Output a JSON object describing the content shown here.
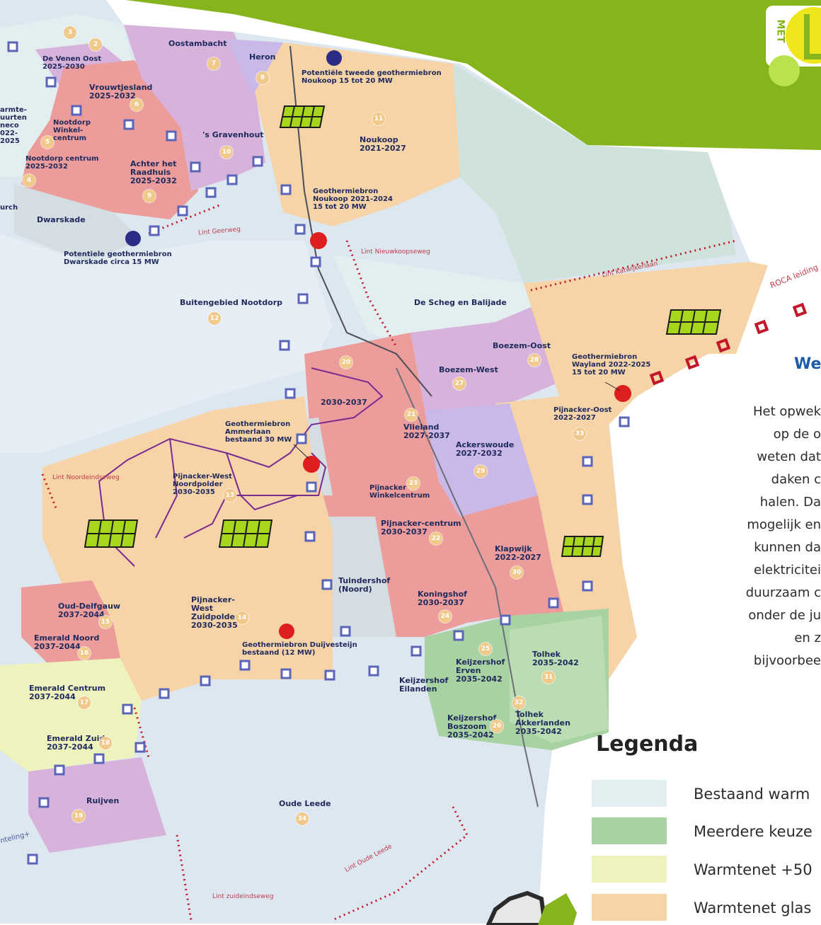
{
  "colors": {
    "green_brand": "#86b41d",
    "bestaand": "#e3eef0",
    "meerdere": "#a9d2a2",
    "warm50": "#eef3bd",
    "glas": "#f7d3a8",
    "red_zone": "#ec9c9a",
    "purple_zone": "#d7b2db",
    "lavender_zone": "#c9b8e8",
    "polder": "#dfe8f2",
    "source_red": "#dd1f1f",
    "source_blue": "#2b2d87",
    "pipe_purple": "#7b2b8f"
  },
  "badge": {
    "text": "MET"
  },
  "right_text": {
    "heading": "We",
    "lines": [
      "Het opwek",
      "op de o",
      "weten dat",
      "daken c",
      "halen. Da",
      "mogelijk en",
      "kunnen da",
      "elektricitei",
      "duurzaam c",
      "onder de ju",
      "en z",
      "bijvoorbee"
    ]
  },
  "legend": {
    "title": "Legenda",
    "items": [
      {
        "label": "Bestaand warm",
        "color": "#e3eef0"
      },
      {
        "label": "Meerdere keuze",
        "color": "#a9d2a2"
      },
      {
        "label": "Warmtenet +50",
        "color": "#eef3bd"
      },
      {
        "label": "Warmtenet glas",
        "color": "#f7d3a8"
      }
    ]
  },
  "map": {
    "areas": [
      {
        "id": "3",
        "name": "",
        "period": ""
      },
      {
        "id": "2",
        "name": "De Venen Oost",
        "period": "2025-2030"
      },
      {
        "id": "7",
        "name": "Oostambacht",
        "period": ""
      },
      {
        "id": "8",
        "name": "Heron",
        "period": ""
      },
      {
        "id": "6",
        "name": "Vrouwtjesland",
        "period": "2025-2032"
      },
      {
        "id": "5",
        "name": "Nootdorp Winkel-centrum",
        "period": ""
      },
      {
        "id": "10",
        "name": "'s Gravenhout",
        "period": ""
      },
      {
        "id": "11",
        "name": "Noukoop",
        "period": "2021-2027"
      },
      {
        "id": "4",
        "name": "Nootdorp centrum",
        "period": "2025-2032"
      },
      {
        "id": "9",
        "name": "Achter het Raadhuis",
        "period": "2025-2032"
      },
      {
        "id": "",
        "name": "Dwarskade",
        "period": ""
      },
      {
        "id": "12",
        "name": "Buitengebied Nootdorp",
        "period": ""
      },
      {
        "id": "",
        "name": "De Scheg en Balijade",
        "period": ""
      },
      {
        "id": "28",
        "name": "Boezem-Oost",
        "period": ""
      },
      {
        "id": "27",
        "name": "Boezem-West",
        "period": ""
      },
      {
        "id": "20",
        "name": "",
        "period": "2030-2037"
      },
      {
        "id": "21",
        "name": "Vlieland",
        "period": "2027-2037"
      },
      {
        "id": "29",
        "name": "Ackerswoude",
        "period": "2027-2032"
      },
      {
        "id": "33",
        "name": "Pijnacker-Oost",
        "period": "2022-2027"
      },
      {
        "id": "13",
        "name": "Pijnacker-West Noordpolder",
        "period": "2030-2035"
      },
      {
        "id": "23",
        "name": "Pijnacker Winkelcentrum",
        "period": ""
      },
      {
        "id": "22",
        "name": "Pijnacker-centrum",
        "period": "2030-2037"
      },
      {
        "id": "30",
        "name": "Klapwijk",
        "period": "2022-2027"
      },
      {
        "id": "",
        "name": "Tuindershof (Noord)",
        "period": ""
      },
      {
        "id": "24",
        "name": "Koningshof",
        "period": "2030-2037"
      },
      {
        "id": "15",
        "name": "Oud-Delfgauw",
        "period": "2037-2044"
      },
      {
        "id": "14",
        "name": "Pijnacker-West Zuidpolder",
        "period": "2030-2035"
      },
      {
        "id": "16",
        "name": "Emerald Noord",
        "period": "2037-2044"
      },
      {
        "id": "25",
        "name": "Keijzershof Erven",
        "period": "2035-2042"
      },
      {
        "id": "31",
        "name": "Tolhek",
        "period": "2035-2042"
      },
      {
        "id": "",
        "name": "Keijzershof Eilanden",
        "period": ""
      },
      {
        "id": "17",
        "name": "Emerald Centrum",
        "period": "2037-2044"
      },
      {
        "id": "32",
        "name": "Tolhek Akkerlanden",
        "period": "2035-2042"
      },
      {
        "id": "26",
        "name": "Keijzershof Boszoom",
        "period": "2035-2042"
      },
      {
        "id": "18",
        "name": "Emerald Zuid",
        "period": "2037-2044"
      },
      {
        "id": "19",
        "name": "Ruijven",
        "period": ""
      },
      {
        "id": "34",
        "name": "Oude Leede",
        "period": ""
      },
      {
        "id": "",
        "name": "urch",
        "period": ""
      },
      {
        "id": "",
        "name": "armte- uurten neco 022-2025",
        "period": ""
      }
    ],
    "sources": [
      {
        "label": "Potentiële tweede geothermiebron Noukoop 15 tot 20 MW",
        "type": "potential"
      },
      {
        "label": "Geothermiebron Noukoop 2021-2024 15 tot 20 MW",
        "type": "existing"
      },
      {
        "label": "Potentiele geothermiebron Dwarskade circa 15 MW",
        "type": "potential"
      },
      {
        "label": "Geothermiebron Wayland 2022-2025 15 tot 20 MW",
        "type": "existing"
      },
      {
        "label": "Geothermiebron Ammerlaan bestaand 30 MW",
        "type": "existing"
      },
      {
        "label": "Geothermiebron Duijvesteijn bestaand (12 MW)",
        "type": "existing"
      }
    ],
    "lint_labels": [
      "Lint Geerweg",
      "Lint Nieuwkoopseweg",
      "Lint Katwijkerlaan",
      "Lint Noordeindseweg",
      "Lint Oude Leede",
      "Lint zuideindseweg",
      "ROCA leiding",
      "nteling+"
    ]
  }
}
